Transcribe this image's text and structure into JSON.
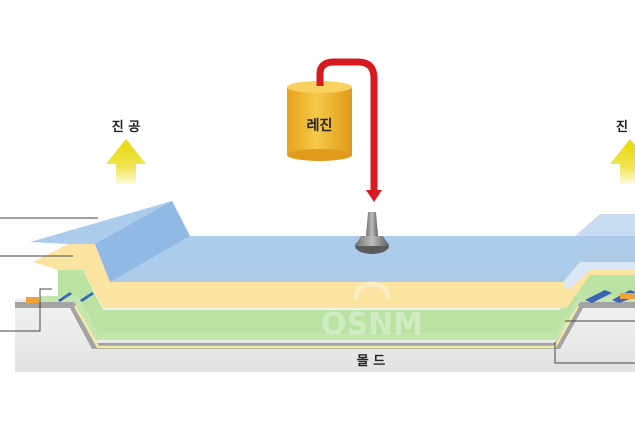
{
  "labels": {
    "vacuum_left": "진 공",
    "vacuum_right": "진",
    "resin": "레진",
    "mold": "몰 드",
    "watermark": "OSNM"
  },
  "colors": {
    "mold_top": "#ededed",
    "mold_side": "#d6d6d6",
    "gray_sheet": "#9a9a9a",
    "green_layer": "#b9e2a3",
    "yellow_layer": "#fbe3a2",
    "blue_film": "#a9c9ec",
    "resin_drum": "#f0b52e",
    "resin_tube": "#d71920",
    "arrow": "#e4d400"
  }
}
